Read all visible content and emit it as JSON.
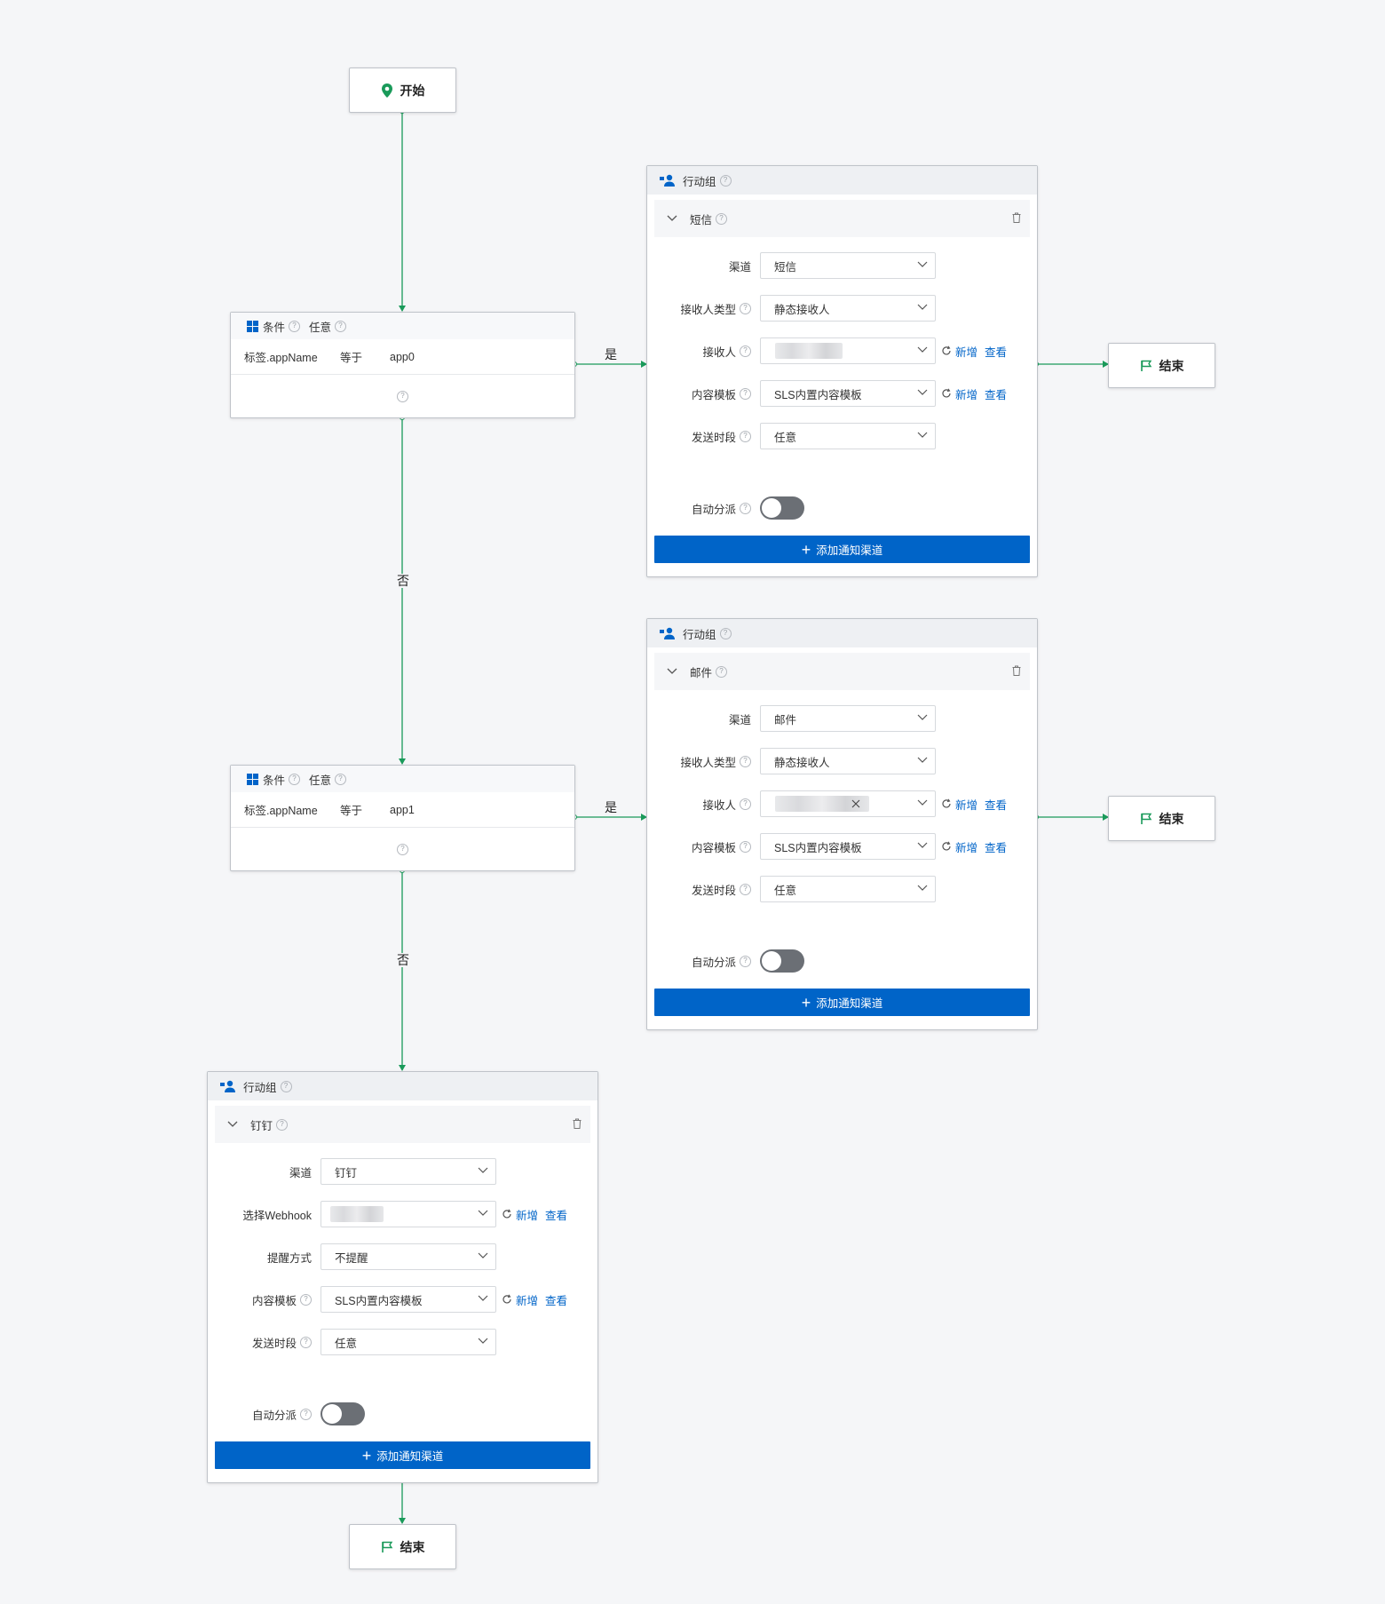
{
  "start": {
    "label": "开始"
  },
  "end": {
    "label": "结束"
  },
  "edges": {
    "yes": "是",
    "no": "否"
  },
  "condition_nodes": [
    {
      "title": "条件",
      "mode": "任意",
      "field": "标签.appName",
      "op": "等于",
      "value": "app0"
    },
    {
      "title": "条件",
      "mode": "任意",
      "field": "标签.appName",
      "op": "等于",
      "value": "app1"
    }
  ],
  "action_groups": [
    {
      "title": "行动组",
      "channel_name": "短信",
      "fields": {
        "channel_label": "渠道",
        "channel_value": "短信",
        "receiver_type_label": "接收人类型",
        "receiver_type_value": "静态接收人",
        "receiver_label": "接收人",
        "template_label": "内容模板",
        "template_value": "SLS内置内容模板",
        "period_label": "发送时段",
        "period_value": "任意",
        "auto_assign_label": "自动分派"
      },
      "actions": {
        "new": "新增",
        "view": "查看"
      },
      "add_button": "添加通知渠道"
    },
    {
      "title": "行动组",
      "channel_name": "邮件",
      "fields": {
        "channel_label": "渠道",
        "channel_value": "邮件",
        "receiver_type_label": "接收人类型",
        "receiver_type_value": "静态接收人",
        "receiver_label": "接收人",
        "template_label": "内容模板",
        "template_value": "SLS内置内容模板",
        "period_label": "发送时段",
        "period_value": "任意",
        "auto_assign_label": "自动分派"
      },
      "actions": {
        "new": "新增",
        "view": "查看"
      },
      "add_button": "添加通知渠道"
    },
    {
      "title": "行动组",
      "channel_name": "钉钉",
      "fields": {
        "channel_label": "渠道",
        "channel_value": "钉钉",
        "webhook_label": "选择Webhook",
        "remind_label": "提醒方式",
        "remind_value": "不提醒",
        "template_label": "内容模板",
        "template_value": "SLS内置内容模板",
        "period_label": "发送时段",
        "period_value": "任意",
        "auto_assign_label": "自动分派"
      },
      "actions": {
        "new": "新增",
        "view": "查看"
      },
      "add_button": "添加通知渠道"
    }
  ],
  "colors": {
    "accent": "#0064c8",
    "edge": "#1a9a5a",
    "toggle_off": "#6b6f75"
  }
}
